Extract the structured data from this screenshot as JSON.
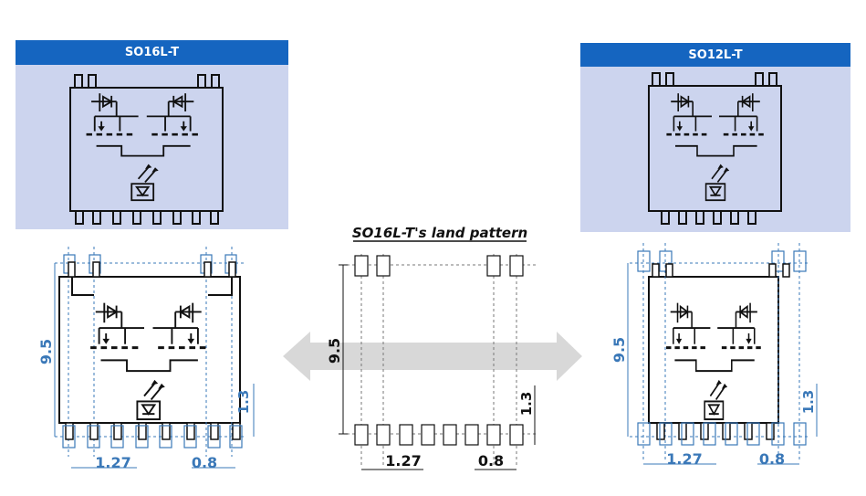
{
  "left_panel": {
    "title": "SO16L-T"
  },
  "right_panel": {
    "title": "SO12L-T"
  },
  "land_pattern": {
    "title": "SO16L-T's land pattern"
  },
  "dimensions": {
    "height": "9.5",
    "pad_height": "1.3",
    "pitch": "1.27",
    "pad_width": "0.8"
  },
  "colors": {
    "header_blue": "#1565c0",
    "panel_bg": "#ccd4ee",
    "dimension_blue": "#3a78b8",
    "arrow_gray": "#d8d8d8"
  }
}
